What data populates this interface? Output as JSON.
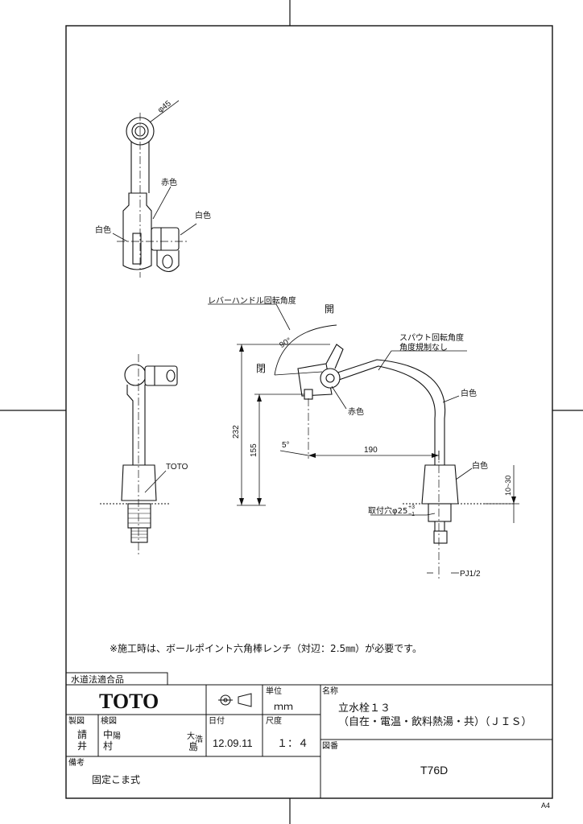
{
  "callouts": {
    "phi45": "φ45",
    "red_top": "赤色",
    "white_left": "白色",
    "white_right": "白色",
    "lever_angle": "レバーハンドル回転角度",
    "open_top": "開",
    "open_left": "閉",
    "deg90": "90°",
    "spout_angle_1": "スパウト回転角度",
    "spout_angle_2": "角度規制なし",
    "white_spout": "白色",
    "red_mid": "赤色",
    "white_base": "白色",
    "toto_label": "TOTO",
    "mount_hole": "取付穴φ25",
    "tol_plus": "+3",
    "tol_minus": "−1",
    "pj": "PJ1/2"
  },
  "dimensions": {
    "d232": "232",
    "d155": "155",
    "d190": "190",
    "d5deg": "5°",
    "d10_30": "10~30"
  },
  "note": "※施工時は、ボールポイント六角棒レンチ（対辺：2.5㎜）が必要です。",
  "title_block": {
    "compliance": "水道法適合品",
    "brand": "TOTO",
    "unit_label": "単位",
    "unit_value": "ｍｍ",
    "name_label": "名称",
    "name_line1": "立水栓１３",
    "name_line2": "（自在・電温・飲料熱湯・共）（ＪＩＳ）",
    "made_label": "製図",
    "made_by_1": "請",
    "made_by_2": "井",
    "check_label": "検図",
    "check_by_1": "中",
    "check_by_2": "村",
    "check_stamp_1": "陽",
    "check_stamp_2": "大",
    "check_stamp_3": "浩",
    "check_stamp_4": "島",
    "date_label": "日付",
    "date_value": "12.09.11",
    "scale_label": "尺度",
    "scale_value": "１：４",
    "drawing_no_label": "図番",
    "drawing_no": "T76D",
    "remarks_label": "備考",
    "remarks_value": "固定こま式"
  },
  "paper_size": "A4"
}
